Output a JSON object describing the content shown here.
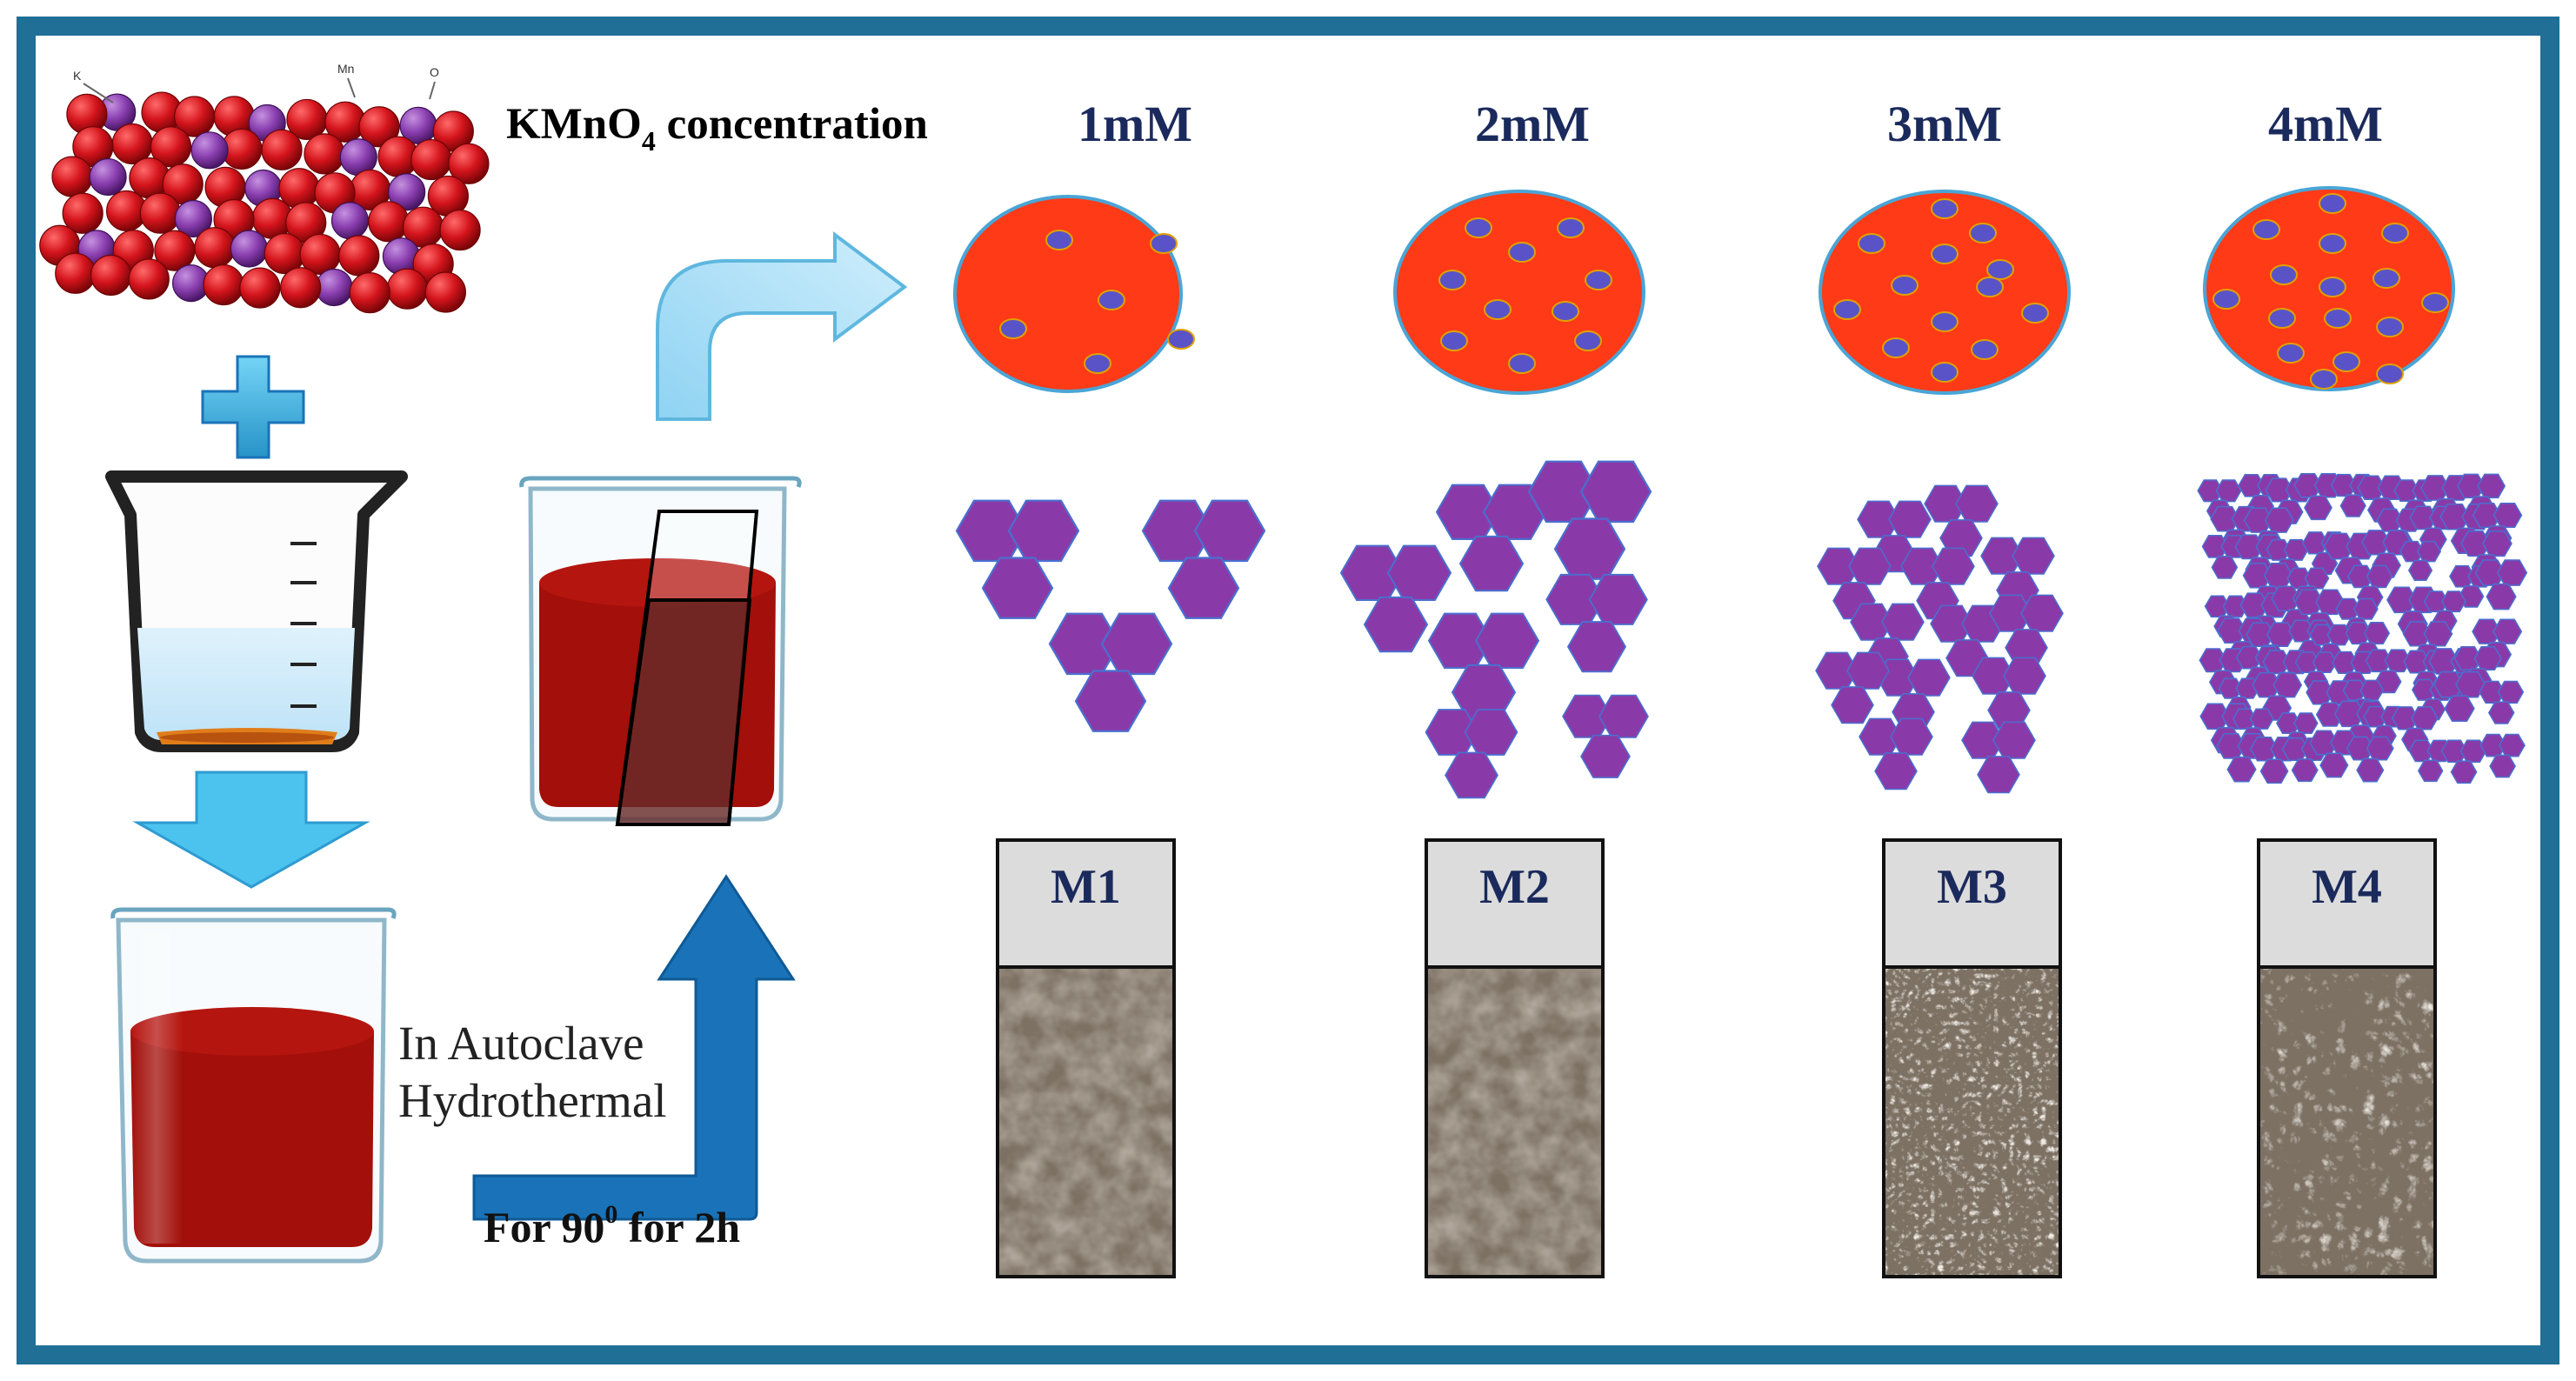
{
  "frame_color": "#1f6f96",
  "header": {
    "label_prefix": "KMnO",
    "label_sub": "4",
    "label_suffix": " concentration"
  },
  "concentrations": [
    "1mM",
    "2mM",
    "3mM",
    "4mM"
  ],
  "samples": [
    "M1",
    "M2",
    "M3",
    "M4"
  ],
  "process": {
    "autoclave_line1": "In Autoclave",
    "autoclave_line2": "Hydrothermal",
    "condition_prefix": "For 90",
    "condition_sup": "0",
    "condition_suffix": " for 2h"
  },
  "atom_labels": {
    "k": "K",
    "mn": "Mn",
    "o": "O"
  },
  "colors": {
    "oxygen_red": "#d4141c",
    "manganese_purple": "#8b3fb0",
    "disk_red": "#ff3a17",
    "dot_blue": "#5a53c8",
    "hexagon_purple": "#8a3aa8",
    "solution_red": "#a30f0a",
    "water_blue": "#cfe9fa",
    "arrow_light_blue": "#4cc2ef",
    "arrow_dark_blue": "#1a73b8",
    "label_navy": "#1b2a5c",
    "sem_brown": "#7d7164"
  }
}
